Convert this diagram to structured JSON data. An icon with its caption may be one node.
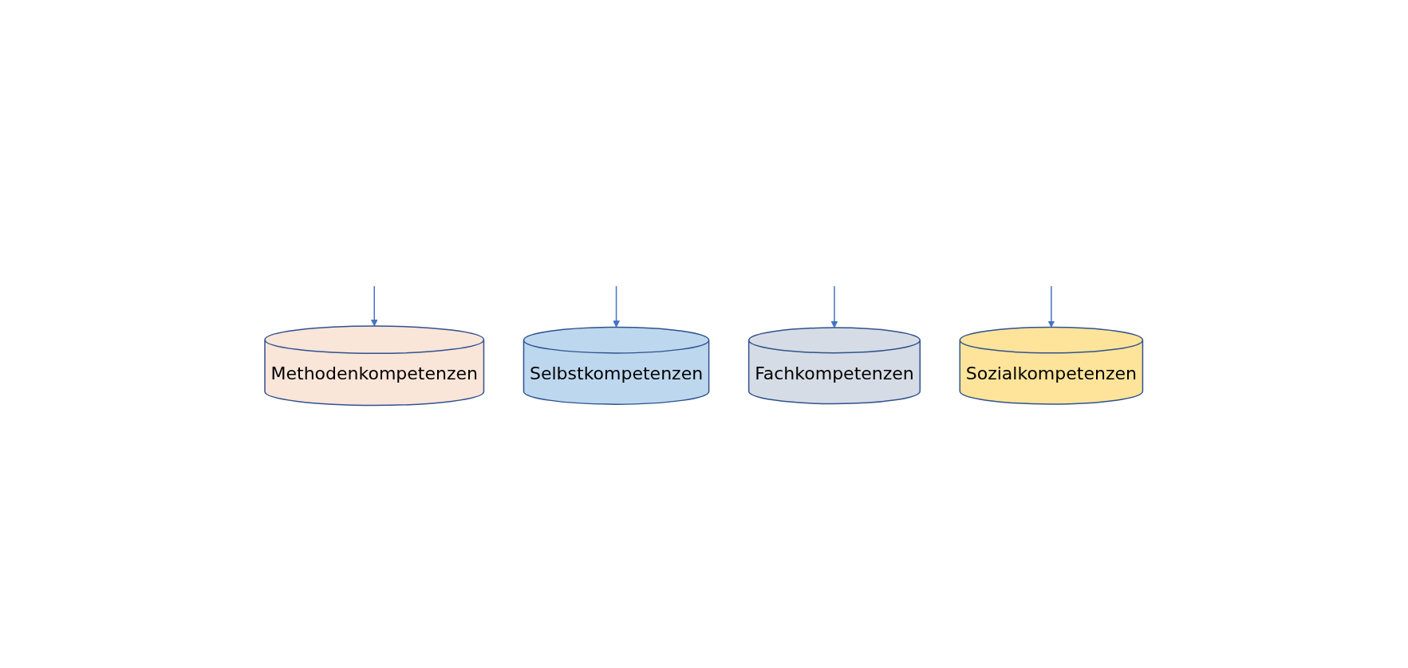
{
  "diagram": {
    "nodes": [
      {
        "text": [
          "Methodenkompetenzen"
        ]
      },
      {
        "text": [
          "Sozialkompetenzen"
        ]
      },
      {
        "text": [
          "Selbstkompetenzen"
        ]
      },
      {
        "text": [
          "Fachkompetenzen"
        ]
      }
    ],
    "edges": [
      {
        "from": null,
        "to": 0,
        "arrow": "to"
      },
      {
        "from": null,
        "to": 2,
        "arrow": "to"
      },
      {
        "from": null,
        "to": 3,
        "arrow": "to"
      },
      {
        "from": null,
        "to": 1,
        "arrow": "to"
      }
    ]
  }
}
